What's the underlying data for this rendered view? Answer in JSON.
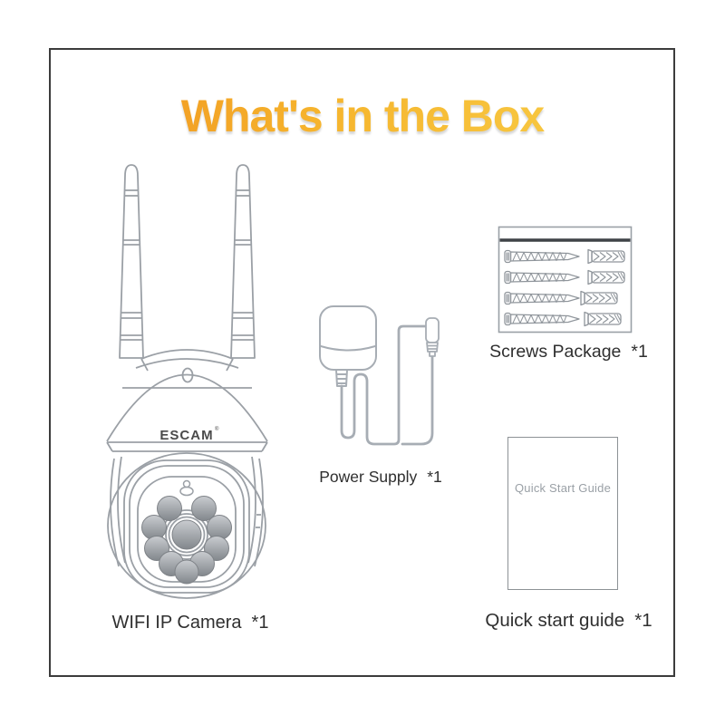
{
  "title": {
    "text": "What's in the Box",
    "gradient_from": "#F0941F",
    "gradient_to": "#F8CE48"
  },
  "items": [
    {
      "id": "wifi-ip-camera",
      "label": "WIFI IP Camera",
      "qty": "*1",
      "brand": "ESCAM",
      "brand_mark": "®"
    },
    {
      "id": "power-supply",
      "label": "Power Supply",
      "qty": "*1"
    },
    {
      "id": "screws-package",
      "label": "Screws Package",
      "qty": "*1"
    },
    {
      "id": "quick-start-guide",
      "label": "Quick start guide",
      "qty": "*1",
      "cover_text": "Quick Start Guide"
    }
  ],
  "colors": {
    "frame": "#3c3c3c",
    "line_art": "#9ba0a6",
    "label_text": "#2f2f2f",
    "led_dark": "#82878c",
    "led_light": "#c9ccd0"
  }
}
